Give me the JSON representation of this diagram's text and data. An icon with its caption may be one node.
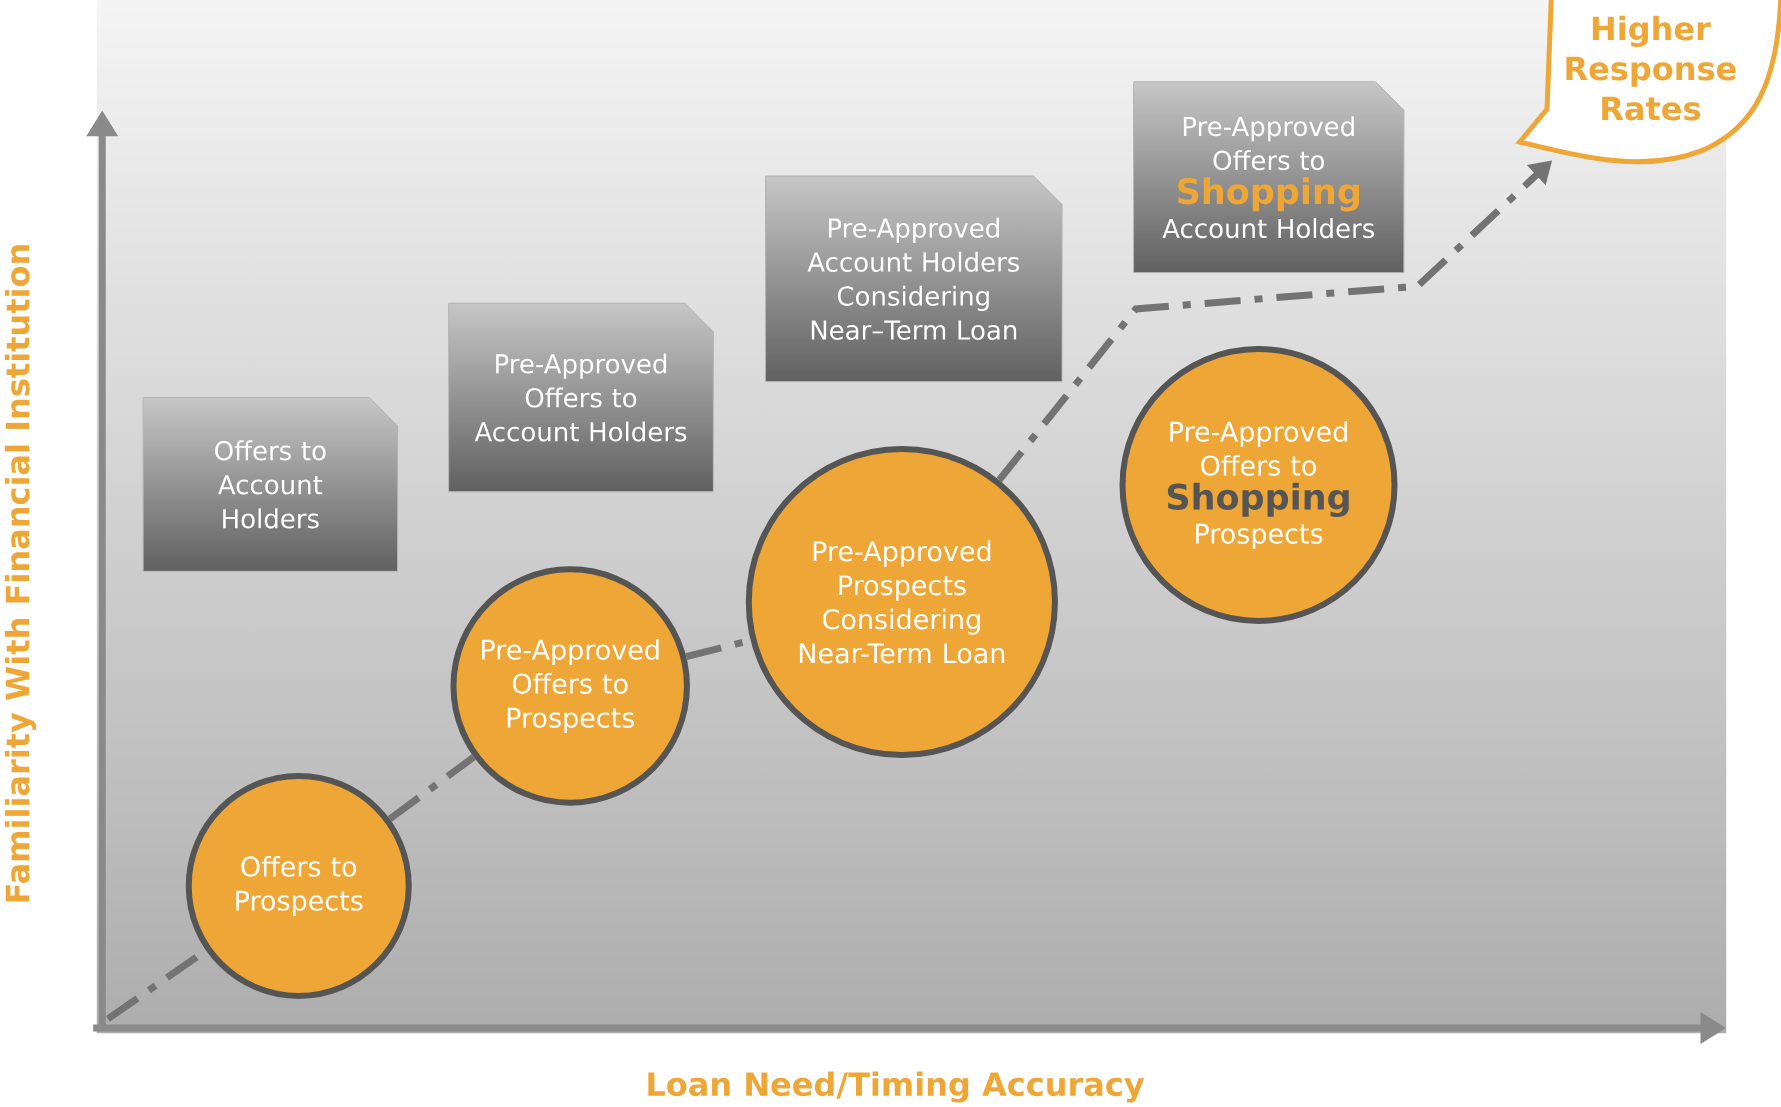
{
  "diagram": {
    "nodes": [
      {
        "text": [
          "Offers to Account Holders"
        ]
      },
      {
        "text": [
          "Pre-Approved Offers to Account Holders"
        ]
      },
      {
        "text": [
          "Pre-Approved Account Holders Considering Near–Term Loan"
        ]
      },
      {
        "text": [
          "Pre-Approved Offers to **Shopping** Account Holders"
        ]
      },
      {
        "text": [
          "Offers to Prospects"
        ]
      },
      {
        "text": [
          "Pre-Approved Offers to Prospects"
        ]
      },
      {
        "text": [
          "Pre-Approved Prospects Considering Near-Term Loan"
        ]
      },
      {
        "text": [
          "Pre-Approved Offers to **Shopping** Prospects"
        ]
      },
      {
        "text": [
          "Higher Response Rates"
        ]
      }
    ],
    "edges": [
      {
        "from": null,
        "to": 4,
        "arrow": "none",
        "style": "dashed"
      },
      {
        "from": 4,
        "to": 5,
        "arrow": "none",
        "style": "dashed"
      },
      {
        "from": 5,
        "to": 6,
        "arrow": "none",
        "style": "dashed"
      },
      {
        "from": 6,
        "to": 8,
        "arrow": "to",
        "style": "dashed"
      }
    ],
    "labels": [
      "Familiarity With Financial Institution",
      "Loan Need/Timing Accuracy"
    ]
  }
}
